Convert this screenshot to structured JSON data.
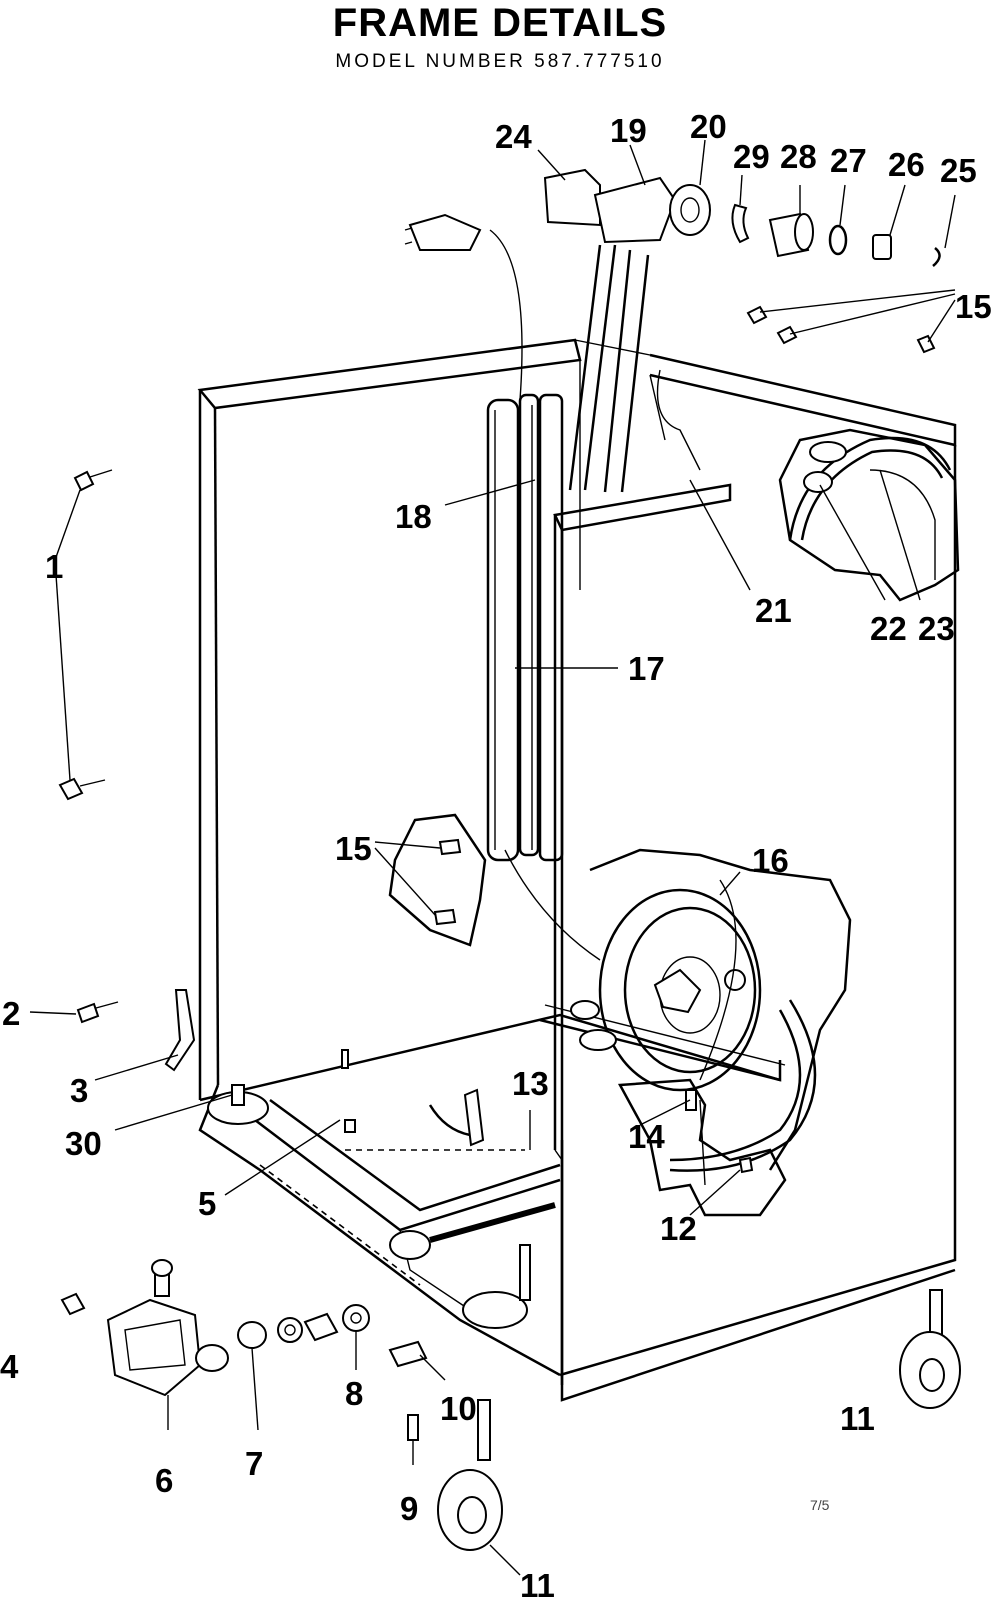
{
  "title": "FRAME DETAILS",
  "model_line": "MODEL NUMBER 587.777510",
  "page_mark": "7/5",
  "callouts": {
    "c1": "1",
    "c2": "2",
    "c3": "3",
    "c4": "4",
    "c5": "5",
    "c6": "6",
    "c7": "7",
    "c8": "8",
    "c9": "9",
    "c10": "10",
    "c11a": "11",
    "c11b": "11",
    "c12": "12",
    "c13": "13",
    "c14": "14",
    "c15a": "15",
    "c15b": "15",
    "c16": "16",
    "c17": "17",
    "c18": "18",
    "c19": "19",
    "c20": "20",
    "c21": "21",
    "c22": "22",
    "c23": "23",
    "c24": "24",
    "c25": "25",
    "c26": "26",
    "c27": "27",
    "c28": "28",
    "c29": "29",
    "c30": "30"
  }
}
